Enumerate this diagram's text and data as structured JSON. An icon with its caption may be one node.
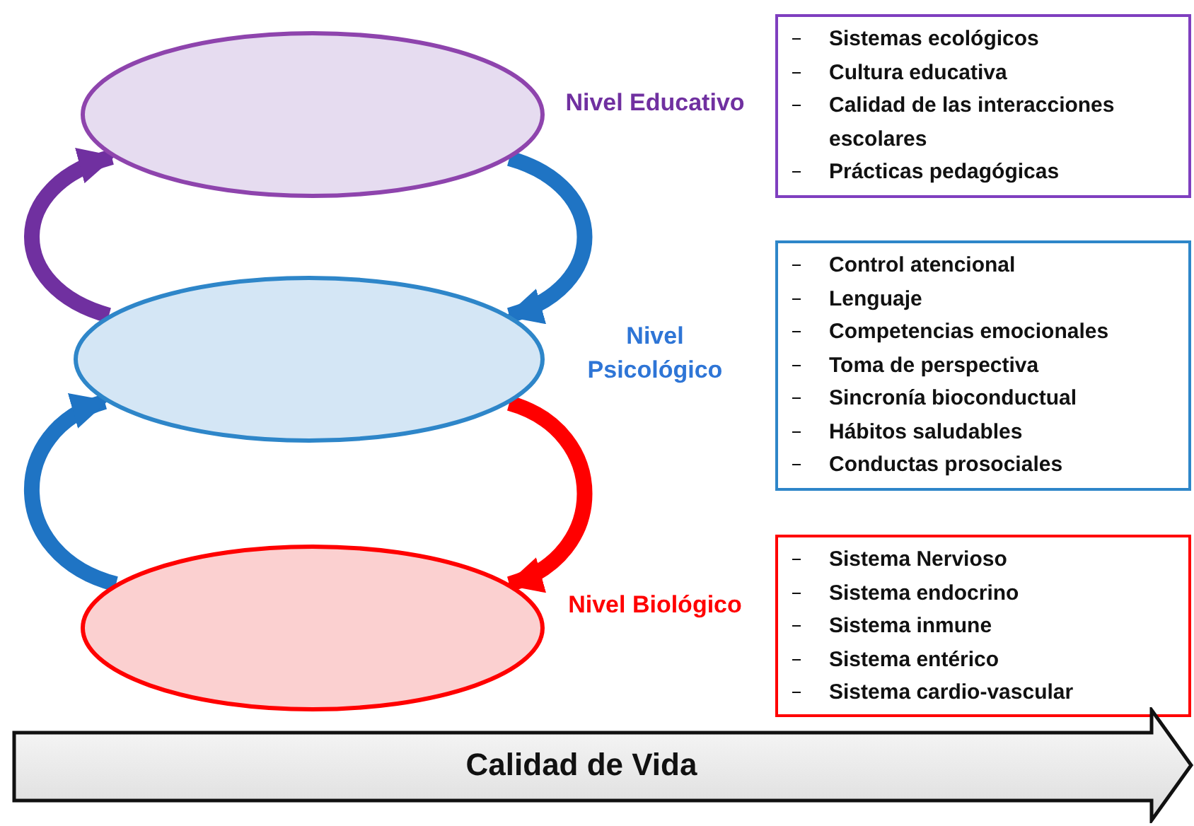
{
  "diagram": {
    "nodes": [
      {
        "text": [],
        "shape": "ellipse",
        "beside": [
          "Nivel Educativo"
        ]
      },
      {
        "text": [
          "Sistemas ecológicos",
          "Cultura educativa",
          "Calidad de las interacciones escolares",
          "Prácticas pedagógicas"
        ]
      },
      {
        "text": [],
        "shape": "ellipse",
        "beside": [
          "Nivel Psicológico"
        ]
      },
      {
        "text": [
          "Control atencional",
          "Lenguaje",
          "Competencias emocionales",
          "Toma de perspectiva",
          "Sincronía bioconductual",
          "Hábitos saludables",
          "Conductas prosociales"
        ]
      },
      {
        "text": [],
        "shape": "ellipse",
        "beside": [
          "Nivel Biológico"
        ]
      },
      {
        "text": [
          "Sistema Nervioso",
          "Sistema endocrino",
          "Sistema inmune",
          "Sistema entérico",
          "Sistema cardio-vascular"
        ]
      },
      {
        "text": [
          "Calidad de Vida"
        ]
      }
    ],
    "edges": [
      {
        "from": 2,
        "to": 0,
        "arrow": "to",
        "color": "#7030a0"
      },
      {
        "from": 0,
        "to": 2,
        "arrow": "to",
        "color": "#1f74c4"
      },
      {
        "from": 4,
        "to": 2,
        "arrow": "to",
        "color": "#1f74c4"
      },
      {
        "from": 2,
        "to": 4,
        "arrow": "to",
        "color": "#ff0000"
      }
    ]
  }
}
